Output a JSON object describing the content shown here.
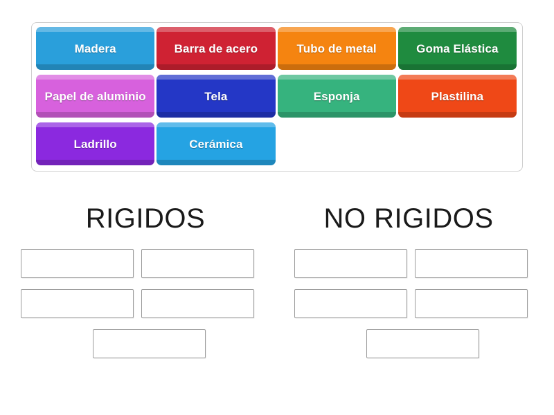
{
  "activity": {
    "type": "group-sort",
    "tile_bank": {
      "name": "draggable-tiles-container",
      "tiles": [
        {
          "label": "Madera",
          "color": "#2a9fdb",
          "text_color": "#ffffff"
        },
        {
          "label": "Barra de acero",
          "color": "#cf2233",
          "text_color": "#ffffff"
        },
        {
          "label": "Tubo de metal",
          "color": "#f58410",
          "text_color": "#ffffff"
        },
        {
          "label": "Goma Elástica",
          "color": "#1f8b3f",
          "text_color": "#ffffff"
        },
        {
          "label": "Papel de aluminio",
          "color": "#d761dd",
          "text_color": "#ffffff"
        },
        {
          "label": "Tela",
          "color": "#2437c6",
          "text_color": "#ffffff"
        },
        {
          "label": "Esponja",
          "color": "#36b37e",
          "text_color": "#ffffff"
        },
        {
          "label": "Plastilina",
          "color": "#ef4817",
          "text_color": "#ffffff"
        },
        {
          "label": "Ladrillo",
          "color": "#8b29df",
          "text_color": "#ffffff"
        },
        {
          "label": "Cerámica",
          "color": "#25a3e3",
          "text_color": "#ffffff"
        }
      ],
      "rows": 3,
      "columns": 4
    },
    "categories": [
      {
        "title": "RIGIDOS",
        "zone_rows": [
          {
            "centered": false,
            "count": 2
          },
          {
            "centered": false,
            "count": 2
          },
          {
            "centered": true,
            "count": 1
          }
        ],
        "zone_total": 5
      },
      {
        "title": "NO RIGIDOS",
        "zone_rows": [
          {
            "centered": false,
            "count": 2
          },
          {
            "centered": false,
            "count": 2
          },
          {
            "centered": true,
            "count": 1
          }
        ],
        "zone_total": 5
      }
    ],
    "colors": {
      "page_background": "#ffffff",
      "bank_border": "#cfcfcf",
      "zone_border": "#9a9a9a",
      "title_text": "#1a1a1a"
    }
  }
}
